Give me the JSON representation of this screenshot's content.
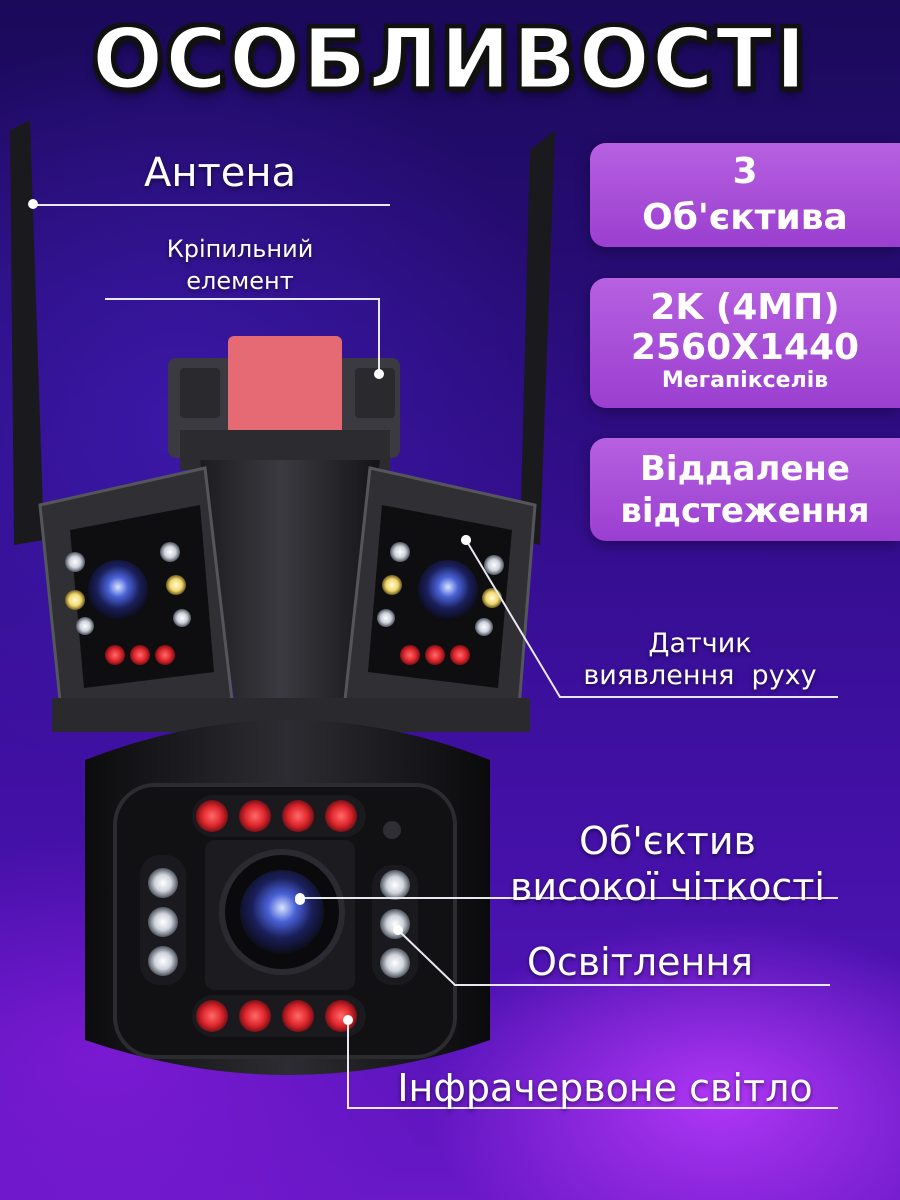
{
  "title": "ОСОБЛИВОСТІ",
  "callouts": {
    "antenna": "Антена",
    "mount_line1": "Кріпильний",
    "mount_line2": "елемент",
    "motion_line1": "Датчик",
    "motion_line2": "виявлення  руху",
    "hd_line1": "Об'єктив",
    "hd_line2": "високої чіткості",
    "lighting": "Освітлення",
    "infrared": "Інфрачервоне світло"
  },
  "badges": {
    "lenses_count": "3",
    "lenses_label": "Об'єктива",
    "resolution_line1": "2K (4МП)",
    "resolution_line2": "2560X1440",
    "resolution_line3": "Мегапікселів",
    "remote_line1": "Віддалене",
    "remote_line2": "відстеження"
  },
  "colors": {
    "accent_badge": "#a94fd8",
    "background_top": "#1a0a5a",
    "background_bottom": "#6a18c8",
    "ir_led": "#e0282e"
  }
}
